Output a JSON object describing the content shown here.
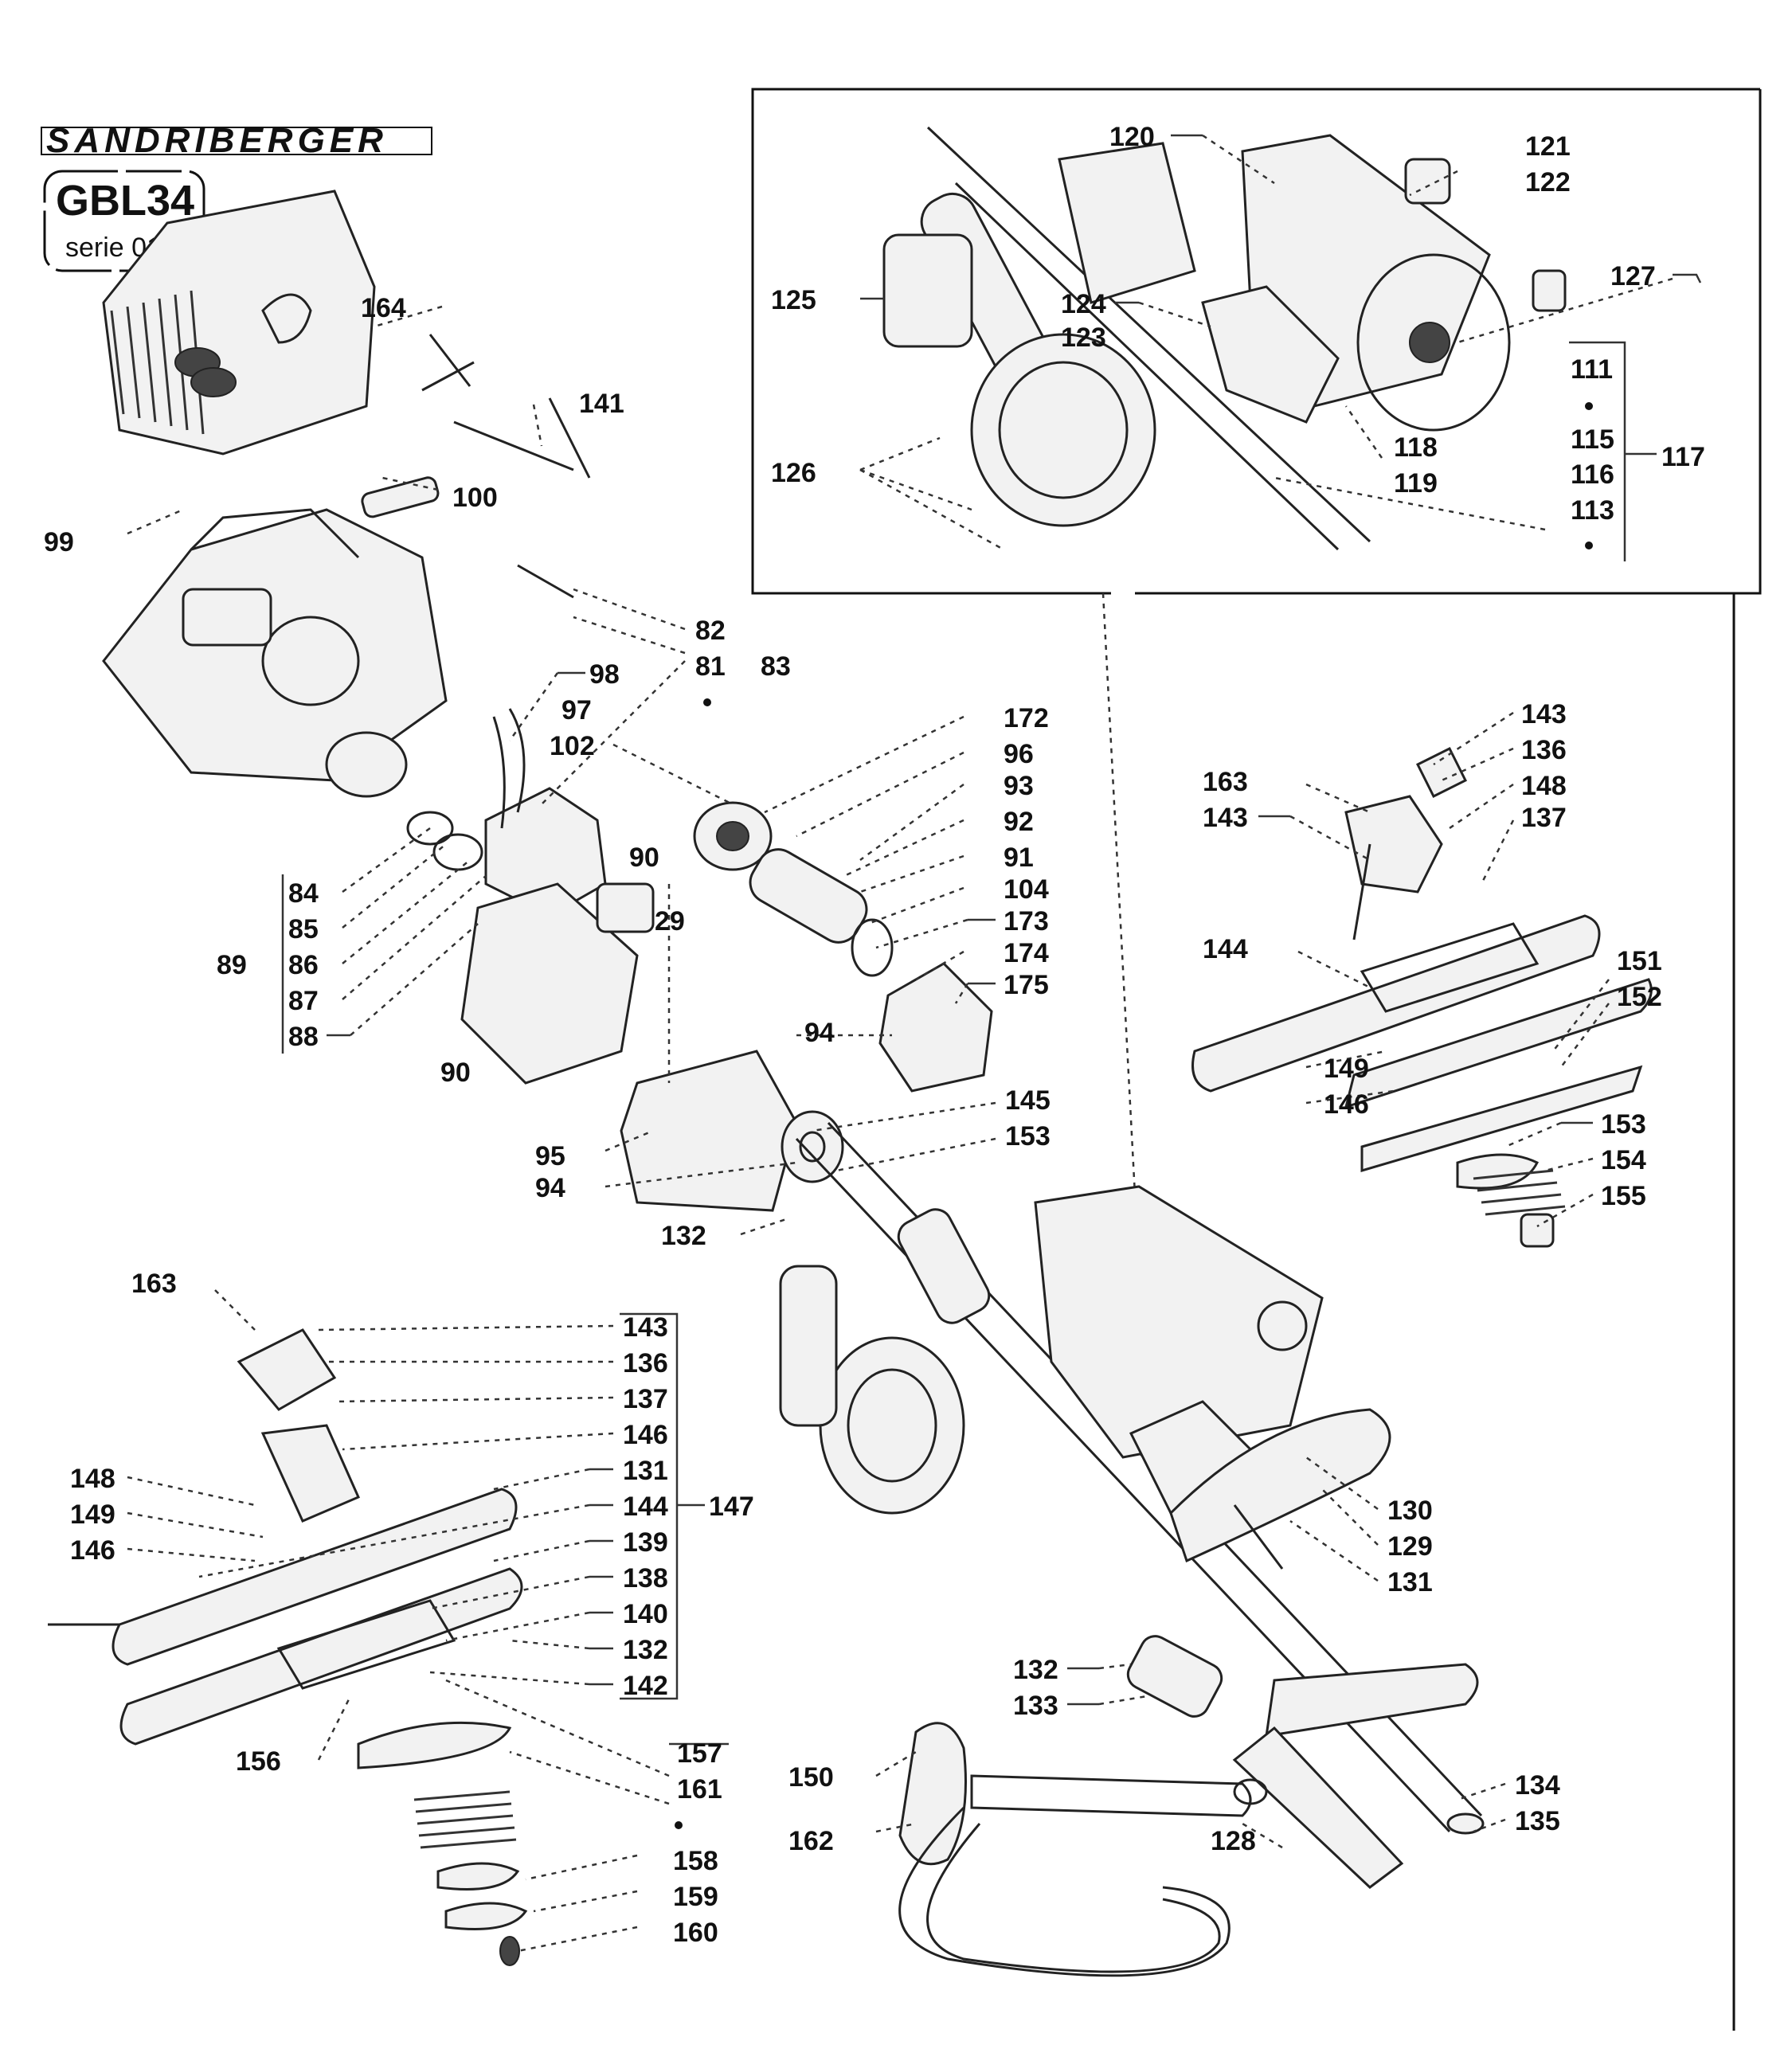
{
  "brand": "SANDRIBERGER",
  "model": "GBL34",
  "serie": "serie 01",
  "labels": [
    {
      "id": "120",
      "text": "120"
    },
    {
      "id": "121",
      "text": "121"
    },
    {
      "id": "122",
      "text": "122"
    },
    {
      "id": "125",
      "text": "125"
    },
    {
      "id": "124",
      "text": "124"
    },
    {
      "id": "123",
      "text": "123"
    },
    {
      "id": "127",
      "text": "127"
    },
    {
      "id": "111",
      "text": "111"
    },
    {
      "id": "115",
      "text": "115"
    },
    {
      "id": "116",
      "text": "116"
    },
    {
      "id": "117",
      "text": "117"
    },
    {
      "id": "113",
      "text": "113"
    },
    {
      "id": "118",
      "text": "118"
    },
    {
      "id": "119",
      "text": "119"
    },
    {
      "id": "126",
      "text": "126"
    },
    {
      "id": "164",
      "text": "164"
    },
    {
      "id": "141",
      "text": "141"
    },
    {
      "id": "100",
      "text": "100"
    },
    {
      "id": "99",
      "text": "99"
    },
    {
      "id": "82",
      "text": "82"
    },
    {
      "id": "81",
      "text": "81"
    },
    {
      "id": "83",
      "text": "83"
    },
    {
      "id": "98",
      "text": "98"
    },
    {
      "id": "97",
      "text": "97"
    },
    {
      "id": "102",
      "text": "102"
    },
    {
      "id": "172",
      "text": "172"
    },
    {
      "id": "96",
      "text": "96"
    },
    {
      "id": "93",
      "text": "93"
    },
    {
      "id": "92",
      "text": "92"
    },
    {
      "id": "91",
      "text": "91"
    },
    {
      "id": "104",
      "text": "104"
    },
    {
      "id": "173",
      "text": "173"
    },
    {
      "id": "174",
      "text": "174"
    },
    {
      "id": "175",
      "text": "175"
    },
    {
      "id": "90a",
      "text": "90"
    },
    {
      "id": "29",
      "text": "29"
    },
    {
      "id": "84",
      "text": "84"
    },
    {
      "id": "85",
      "text": "85"
    },
    {
      "id": "86",
      "text": "86"
    },
    {
      "id": "87",
      "text": "87"
    },
    {
      "id": "88",
      "text": "88"
    },
    {
      "id": "89",
      "text": "89"
    },
    {
      "id": "90b",
      "text": "90"
    },
    {
      "id": "94a",
      "text": "94"
    },
    {
      "id": "145",
      "text": "145"
    },
    {
      "id": "153a",
      "text": "153"
    },
    {
      "id": "95",
      "text": "95"
    },
    {
      "id": "94b",
      "text": "94"
    },
    {
      "id": "132a",
      "text": "132"
    },
    {
      "id": "143a",
      "text": "143"
    },
    {
      "id": "136a",
      "text": "136"
    },
    {
      "id": "163a",
      "text": "163"
    },
    {
      "id": "148a",
      "text": "148"
    },
    {
      "id": "143b",
      "text": "143"
    },
    {
      "id": "137a",
      "text": "137"
    },
    {
      "id": "144a",
      "text": "144"
    },
    {
      "id": "151",
      "text": "151"
    },
    {
      "id": "152",
      "text": "152"
    },
    {
      "id": "149a",
      "text": "149"
    },
    {
      "id": "146a",
      "text": "146"
    },
    {
      "id": "153b",
      "text": "153"
    },
    {
      "id": "154",
      "text": "154"
    },
    {
      "id": "155",
      "text": "155"
    },
    {
      "id": "163b",
      "text": "163"
    },
    {
      "id": "143c",
      "text": "143"
    },
    {
      "id": "136b",
      "text": "136"
    },
    {
      "id": "137b",
      "text": "137"
    },
    {
      "id": "146b",
      "text": "146"
    },
    {
      "id": "131a",
      "text": "131"
    },
    {
      "id": "144b",
      "text": "144"
    },
    {
      "id": "147",
      "text": "147"
    },
    {
      "id": "139",
      "text": "139"
    },
    {
      "id": "138",
      "text": "138"
    },
    {
      "id": "140",
      "text": "140"
    },
    {
      "id": "132b",
      "text": "132"
    },
    {
      "id": "142",
      "text": "142"
    },
    {
      "id": "148b",
      "text": "148"
    },
    {
      "id": "149b",
      "text": "149"
    },
    {
      "id": "146c",
      "text": "146"
    },
    {
      "id": "156",
      "text": "156"
    },
    {
      "id": "157",
      "text": "157"
    },
    {
      "id": "161",
      "text": "161"
    },
    {
      "id": "158",
      "text": "158"
    },
    {
      "id": "159",
      "text": "159"
    },
    {
      "id": "160",
      "text": "160"
    },
    {
      "id": "130",
      "text": "130"
    },
    {
      "id": "129",
      "text": "129"
    },
    {
      "id": "131b",
      "text": "131"
    },
    {
      "id": "132c",
      "text": "132"
    },
    {
      "id": "133",
      "text": "133"
    },
    {
      "id": "150",
      "text": "150"
    },
    {
      "id": "162",
      "text": "162"
    },
    {
      "id": "128",
      "text": "128"
    },
    {
      "id": "134",
      "text": "134"
    },
    {
      "id": "135",
      "text": "135"
    }
  ]
}
